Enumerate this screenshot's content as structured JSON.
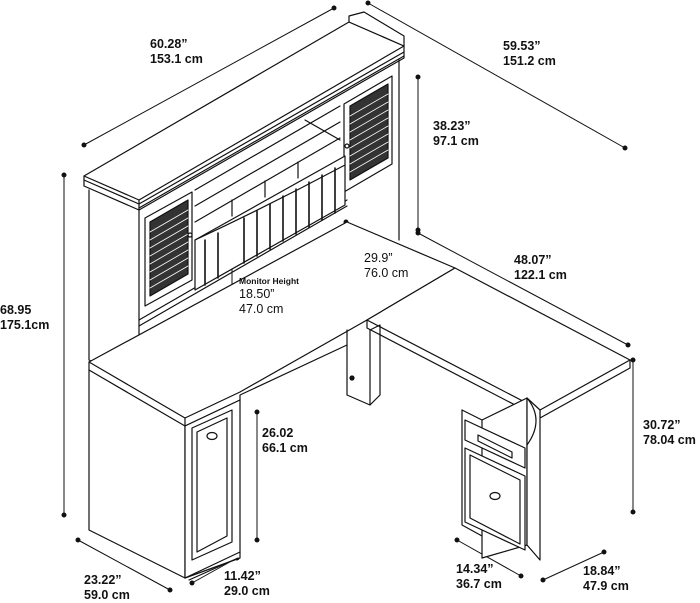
{
  "dimensions": {
    "hutch_width": {
      "in": "60.28”",
      "cm": "153.1 cm"
    },
    "return_depth": {
      "in": "59.53”",
      "cm": "151.2 cm"
    },
    "hutch_height": {
      "in": "38.23”",
      "cm": "97.1 cm"
    },
    "return_length": {
      "in": "48.07”",
      "cm": "122.1 cm"
    },
    "inner_width": {
      "in": "29.9”",
      "cm": "76.0 cm"
    },
    "monitor_height": {
      "title": "Monitor Height",
      "in": "18.50”",
      "cm": "47.0 cm"
    },
    "total_height": {
      "in": "68.95",
      "cm": "175.1cm"
    },
    "knee_height": {
      "in": "26.02",
      "cm": "66.1 cm"
    },
    "desk_height": {
      "in": "30.72”",
      "cm": "78.04 cm"
    },
    "left_depth": {
      "in": "23.22”",
      "cm": "59.0 cm"
    },
    "pedestal_width": {
      "in": "11.42”",
      "cm": "29.0 cm"
    },
    "file_depth": {
      "in": "14.34”",
      "cm": "36.7 cm"
    },
    "return_width": {
      "in": "18.84”",
      "cm": "47.9 cm"
    }
  },
  "colors": {
    "ink": "#111111",
    "wood": "#ffffff",
    "shadow": "#2a2a2a"
  }
}
